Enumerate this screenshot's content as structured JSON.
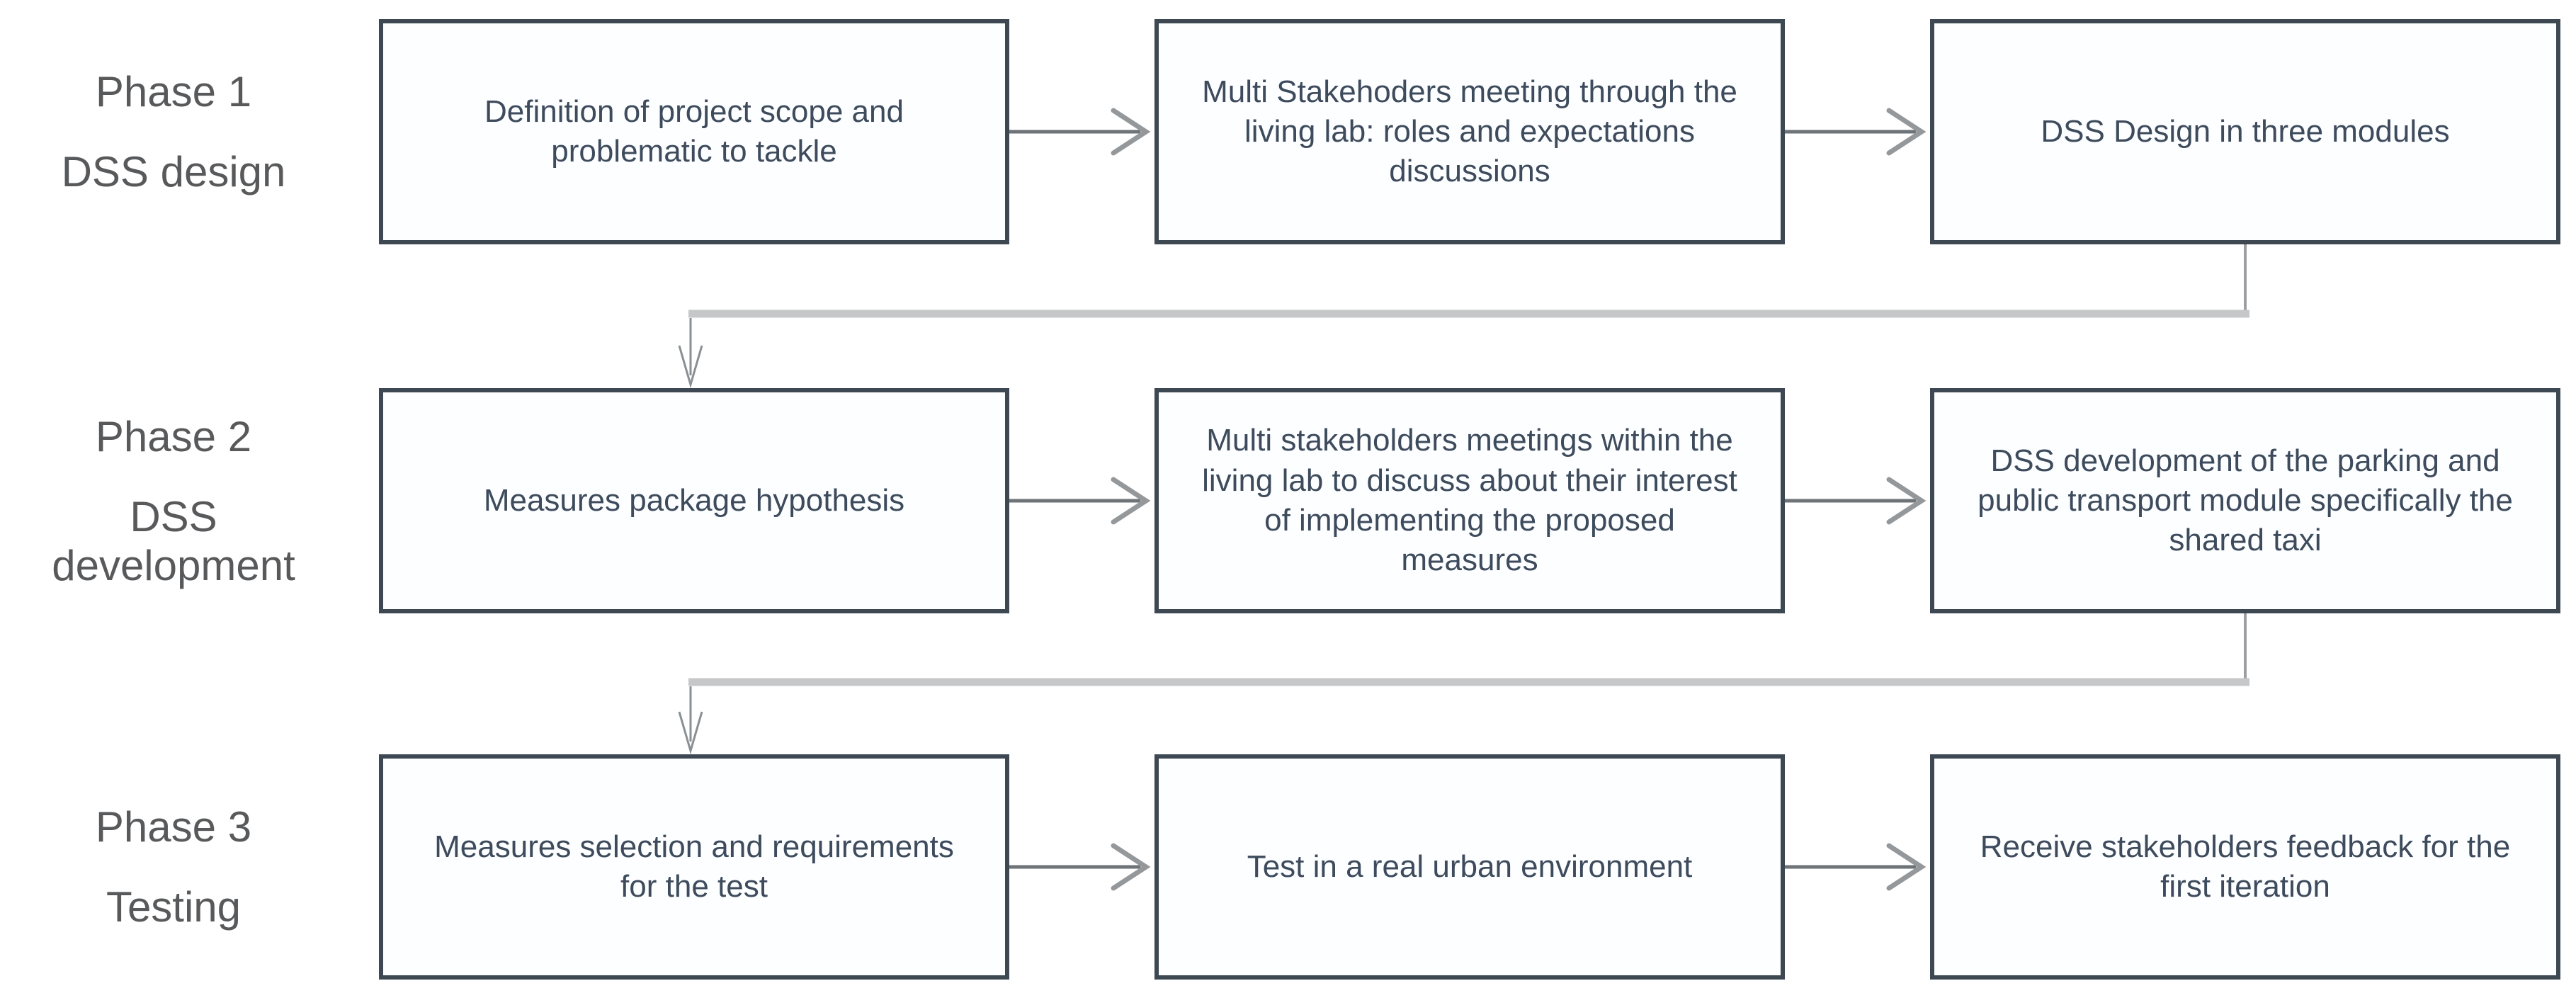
{
  "colors": {
    "bg": "#ffffff",
    "box-border": "#3d4853",
    "box-fill": "#fdfeff",
    "box-text": "#3d4b5c",
    "phase-label": "#58595b",
    "arrow": "#6e7377",
    "arrow-head": "#95989b",
    "elbow-bar": "#c6c7c8",
    "elbow-line": "#8a8f93"
  },
  "phases": [
    {
      "title": "Phase 1",
      "subtitle": "DSS design",
      "boxes": [
        {
          "text": "Definition of project scope and problematic to tackle"
        },
        {
          "text": "Multi Stakehoders meeting through the living lab: roles and expectations discussions"
        },
        {
          "text": "DSS Design in three modules"
        }
      ]
    },
    {
      "title": "Phase 2",
      "subtitle": "DSS development",
      "boxes": [
        {
          "text": "Measures package hypothesis"
        },
        {
          "text": "Multi stakeholders meetings within the living lab to discuss about their interest of implementing the proposed measures"
        },
        {
          "text": "DSS development of the parking and public transport module specifically the shared taxi"
        }
      ]
    },
    {
      "title": "Phase 3",
      "subtitle": "Testing",
      "boxes": [
        {
          "text": "Measures selection and requirements for the test"
        },
        {
          "text": "Test in a real urban environment"
        },
        {
          "text": "Receive stakeholders feedback for the first iteration"
        }
      ]
    }
  ]
}
